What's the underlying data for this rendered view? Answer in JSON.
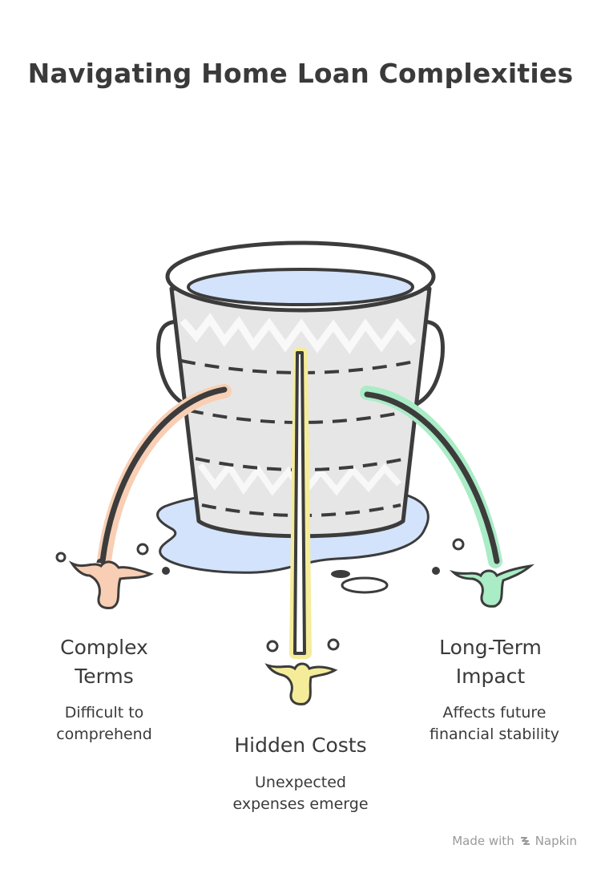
{
  "title": "Navigating Home Loan Complexities",
  "items": [
    {
      "label_line1": "Complex",
      "label_line2": "Terms",
      "desc_line1": "Difficult to",
      "desc_line2": "comprehend",
      "color": "#f8cfb4"
    },
    {
      "label_line1": "Hidden Costs",
      "desc_line1": "Unexpected",
      "desc_line2": "expenses emerge",
      "color": "#f5ec9a"
    },
    {
      "label_line1": "Long-Term",
      "label_line2": "Impact",
      "desc_line1": "Affects future",
      "desc_line2": "financial stability",
      "color": "#a9ecc6"
    }
  ],
  "footer": {
    "prefix": "Made with",
    "brand": "Napkin",
    "icon": "napkin-logo-icon"
  },
  "colors": {
    "water": "#d3e3fb",
    "bucket": "#e4e4e4",
    "outline": "#3c3c3c"
  }
}
